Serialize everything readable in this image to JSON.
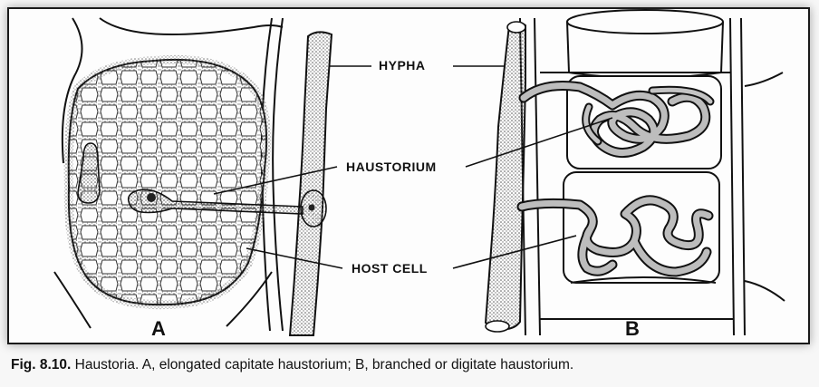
{
  "labels": {
    "hypha": "HYPHA",
    "haustorium": "HAUSTORIUM",
    "host_cell": "HOST CELL"
  },
  "panels": {
    "a": "A",
    "b": "B"
  },
  "caption": {
    "fig_number": "Fig. 8.10.",
    "text": "Haustoria. A, elongated capitate haustorium; B, branched or digitate haustorium."
  },
  "colors": {
    "ink": "#111111",
    "paper": "#fdfdfd",
    "stipple": "#8a8a8a"
  }
}
